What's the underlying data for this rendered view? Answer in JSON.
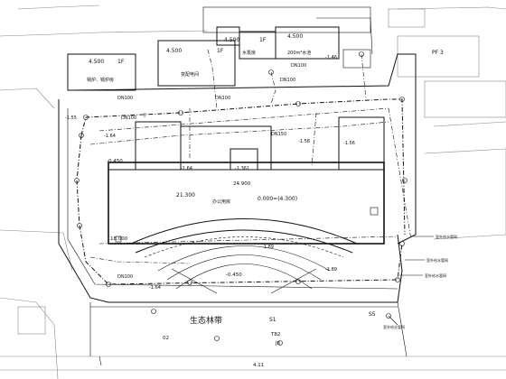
{
  "labels": {
    "boiler_room": "锅炉、锅炉房",
    "boiler_elev": "4.500",
    "boiler_floor": "1F",
    "substation": "变配电间",
    "substation_elev": "4.500",
    "substation_floor": "1F",
    "pump_room": "水泵房",
    "pump_elev": "4.500",
    "pump_floor": "1F",
    "pool": "200m³水池",
    "pool_elev": "4.500",
    "office": "办公用房",
    "office_elev": "21.300",
    "office_floor_elev": "0.000=(4.300)",
    "eco_belt": "生态林带",
    "elev_18": "18.000",
    "elev_24": "24.900",
    "pf3": "PF 3",
    "s1": "S1",
    "s5": "S5",
    "label_02": "02",
    "label_j8": "J8",
    "label_t82": "T82",
    "label_411": "4.11"
  },
  "pipes": [
    "DN100",
    "DN100",
    "DN100",
    "DN100",
    "DN150",
    "DN100",
    "DN100"
  ],
  "elevations": [
    "-1.55",
    "-0.450",
    "-1.64",
    "-1.46",
    "-1.58",
    "-1.89",
    "-0.450",
    "-1.361",
    "-1.64",
    "-1.56",
    "-1.89",
    "-1.64"
  ],
  "legend": [
    "室外给水管网",
    "室外给水管网",
    "室外给水管网",
    "室外给水管网"
  ],
  "colors": {
    "line": "#111111",
    "background": "#ffffff"
  }
}
